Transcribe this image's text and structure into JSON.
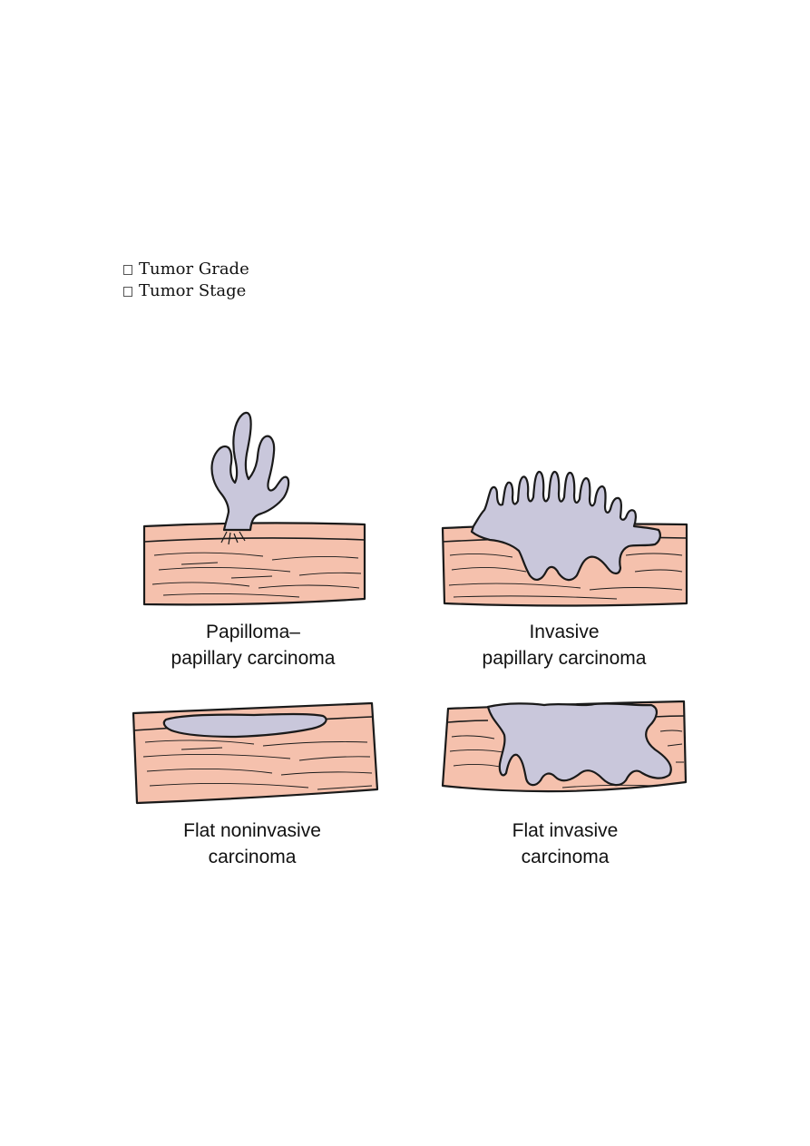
{
  "bullets": [
    "Tumor Grade",
    "Tumor Stage"
  ],
  "panels": [
    {
      "caption_line1": "Papilloma–",
      "caption_line2": "papillary carcinoma"
    },
    {
      "caption_line1": "Invasive",
      "caption_line2": "papillary carcinoma"
    },
    {
      "caption_line1": "Flat noninvasive",
      "caption_line2": "carcinoma"
    },
    {
      "caption_line1": "Flat invasive",
      "caption_line2": "carcinoma"
    }
  ],
  "colors": {
    "tissue": "#f5c1ad",
    "tumor": "#c9c7db",
    "outline": "#1a1a1a"
  }
}
